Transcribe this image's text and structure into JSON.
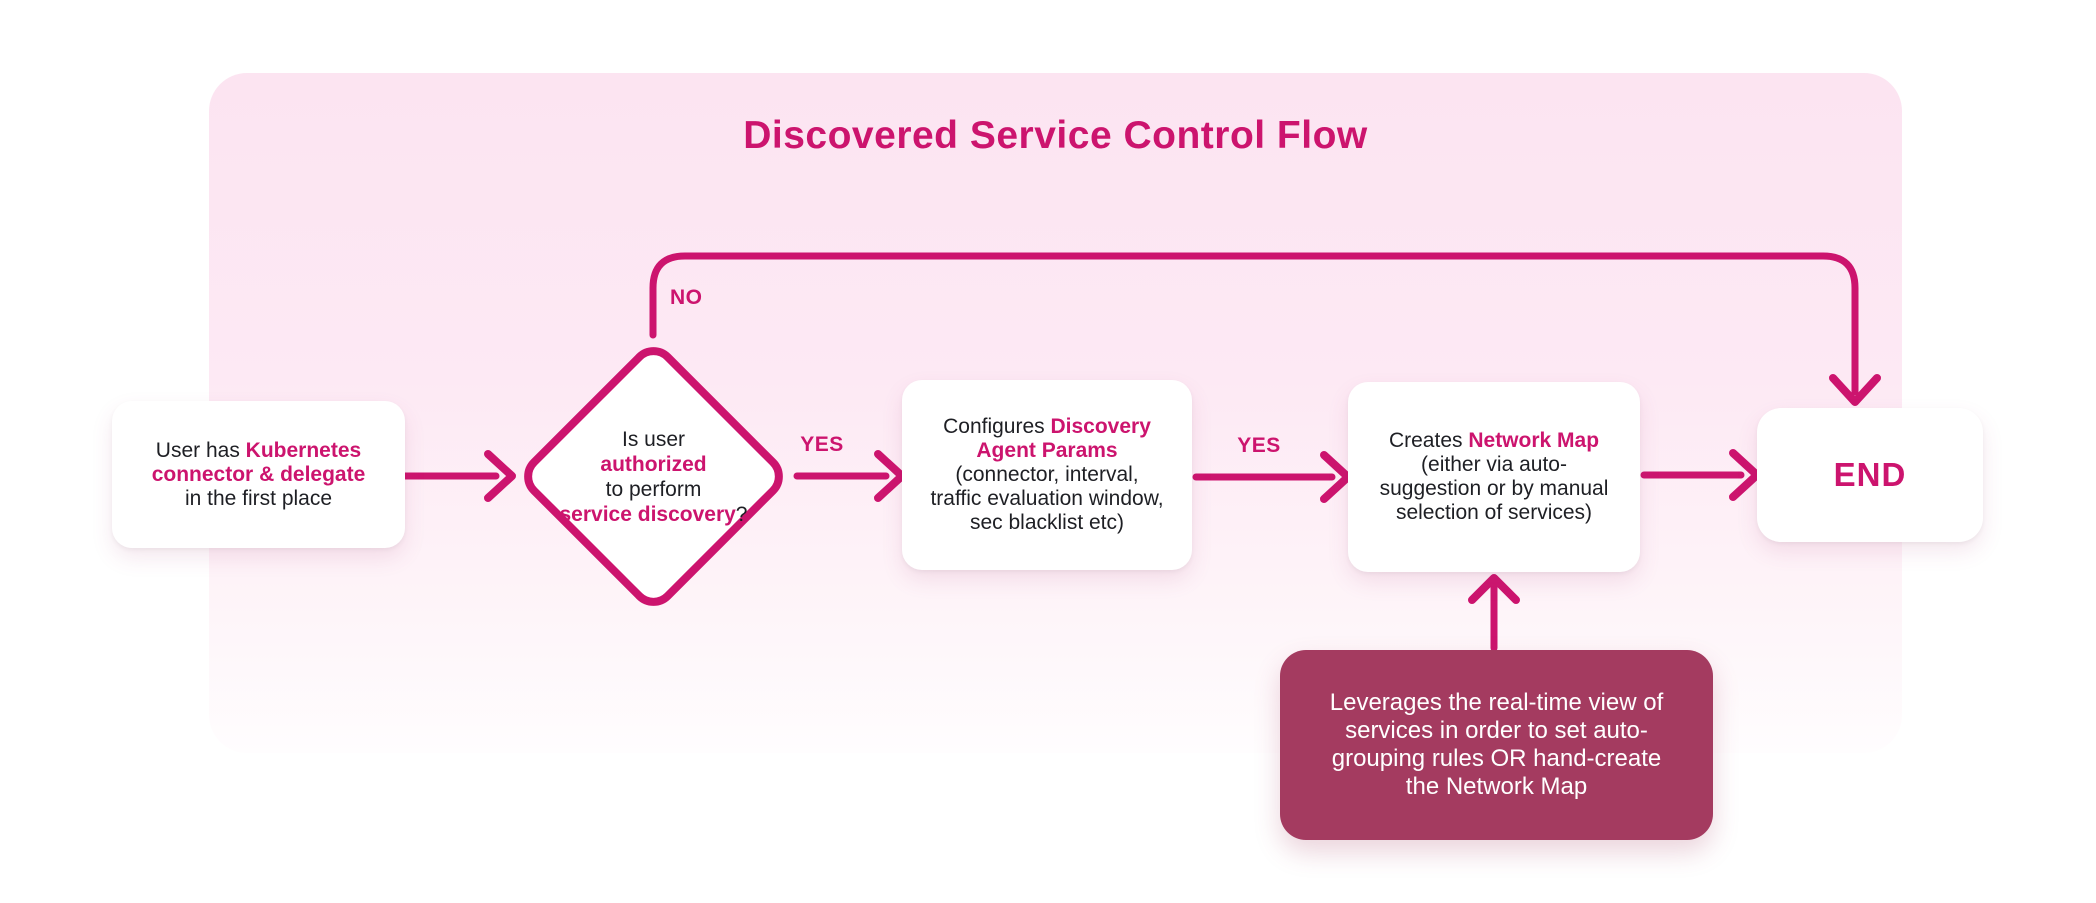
{
  "title": "Discovered Service Control Flow",
  "colors": {
    "accent": "#cc146e",
    "panel-top": "#fce4f1",
    "panel-bottom": "#fffdfe",
    "maroon": "#a43b60",
    "ink": "#1e1f24"
  },
  "labels": {
    "no": "NO",
    "yes_1": "YES",
    "yes_2": "YES"
  },
  "nodes": {
    "start": {
      "lines": [
        [
          {
            "t": "User has ",
            "a": false
          },
          {
            "t": "Kubernetes",
            "a": true
          }
        ],
        [
          {
            "t": "connector & delegate",
            "a": true
          }
        ],
        [
          {
            "t": "in the first place",
            "a": false
          }
        ]
      ]
    },
    "decision": {
      "lines": [
        [
          {
            "t": "Is user",
            "a": false
          }
        ],
        [
          {
            "t": "authorized",
            "a": true
          }
        ],
        [
          {
            "t": "to perform",
            "a": false
          }
        ],
        [
          {
            "t": "service discovery",
            "a": true
          },
          {
            "t": "?",
            "a": false
          }
        ]
      ]
    },
    "configure": {
      "lines": [
        [
          {
            "t": "Configures ",
            "a": false
          },
          {
            "t": "Discovery",
            "a": true
          }
        ],
        [
          {
            "t": "Agent Params",
            "a": true
          }
        ],
        [
          {
            "t": "(connector, interval,",
            "a": false
          }
        ],
        [
          {
            "t": "traffic evaluation window,",
            "a": false
          }
        ],
        [
          {
            "t": "sec blacklist etc)",
            "a": false
          }
        ]
      ]
    },
    "create_map": {
      "lines": [
        [
          {
            "t": "Creates ",
            "a": false
          },
          {
            "t": "Network Map",
            "a": true
          }
        ],
        [
          {
            "t": "(either via auto-",
            "a": false
          }
        ],
        [
          {
            "t": "suggestion or by manual",
            "a": false
          }
        ],
        [
          {
            "t": "selection of services)",
            "a": false
          }
        ]
      ]
    },
    "end": {
      "label": "END"
    },
    "note": {
      "lines": [
        [
          {
            "t": "Leverages the real-time view of",
            "a": false
          }
        ],
        [
          {
            "t": "services in order to set auto-",
            "a": false
          }
        ],
        [
          {
            "t": "grouping rules OR hand-create",
            "a": false
          }
        ],
        [
          {
            "t": "the Network Map",
            "a": false
          }
        ]
      ]
    }
  }
}
